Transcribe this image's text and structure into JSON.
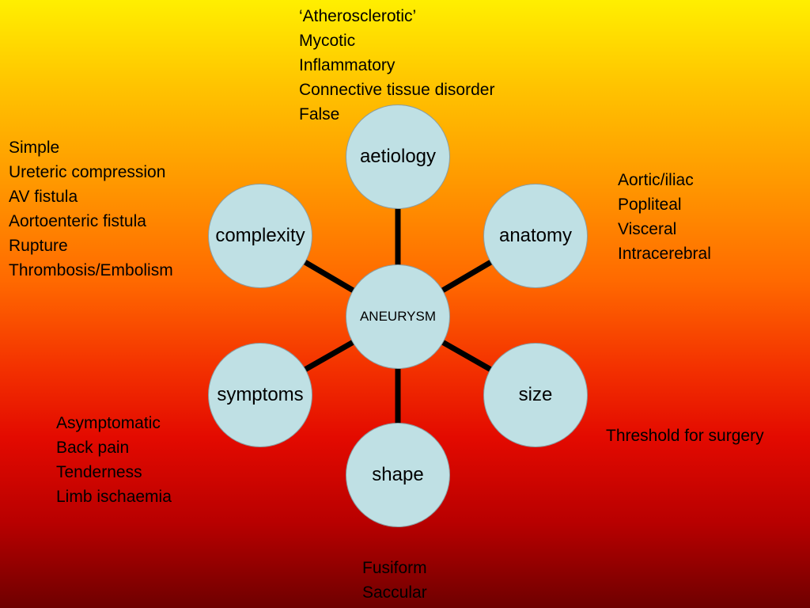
{
  "center": {
    "label": "ANEURYSM"
  },
  "nodes": {
    "aetiology": "aetiology",
    "anatomy": "anatomy",
    "size": "size",
    "shape": "shape",
    "symptoms": "symptoms",
    "complexity": "complexity"
  },
  "annotations": {
    "aetiology": [
      "‘Atherosclerotic’",
      "Mycotic",
      "Inflammatory",
      "Connective tissue disorder",
      "False"
    ],
    "anatomy": [
      "Aortic/iliac",
      "Popliteal",
      "Visceral",
      "Intracerebral"
    ],
    "size": [
      "Threshold for surgery"
    ],
    "shape": [
      "Fusiform",
      "Saccular"
    ],
    "symptoms": [
      "Asymptomatic",
      "Back pain",
      "Tenderness",
      "Limb ischaemia"
    ],
    "complexity": [
      "Simple",
      "Ureteric compression",
      "AV fistula",
      "Aortoenteric fistula",
      "Rupture",
      "Thrombosis/Embolism"
    ]
  },
  "colors": {
    "node_fill": "#bfe0e4",
    "node_border": "#8a9ea3",
    "connector": "#000000",
    "background_top": "#ffef00",
    "background_bottom": "#6e0000"
  }
}
